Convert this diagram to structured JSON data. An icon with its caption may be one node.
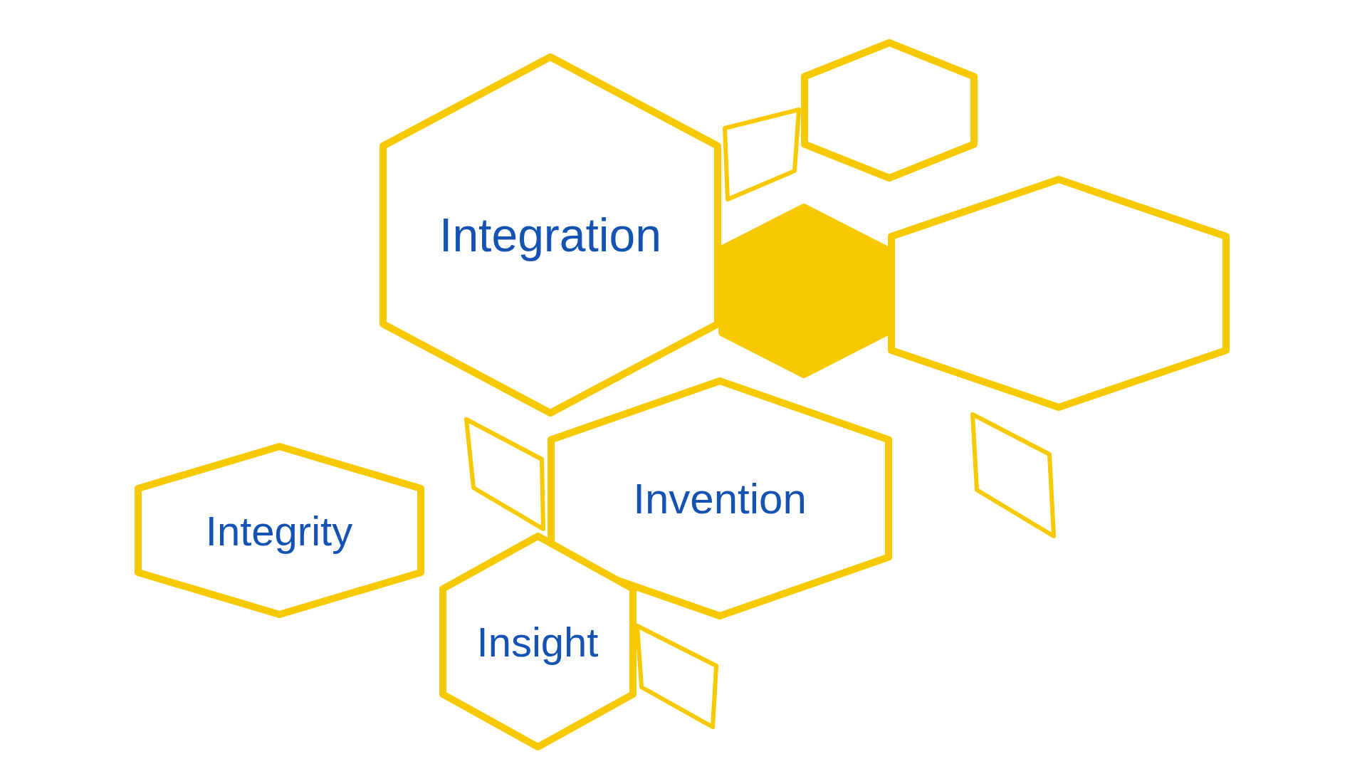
{
  "diagram": {
    "nodes": [
      {
        "text": [
          "Integration"
        ]
      },
      {
        "text": [],
        "shape": "hexagon"
      },
      {
        "text": [],
        "shape": "hexagon"
      },
      {
        "text": [],
        "shape": "hexagon"
      },
      {
        "text": [
          "Invention"
        ]
      },
      {
        "text": [
          "Integrity"
        ]
      },
      {
        "text": [
          "Insight"
        ]
      },
      {
        "text": [],
        "shape": "fragment"
      },
      {
        "text": [],
        "shape": "fragment"
      },
      {
        "text": [],
        "shape": "fragment"
      },
      {
        "text": [],
        "shape": "fragment"
      }
    ]
  }
}
